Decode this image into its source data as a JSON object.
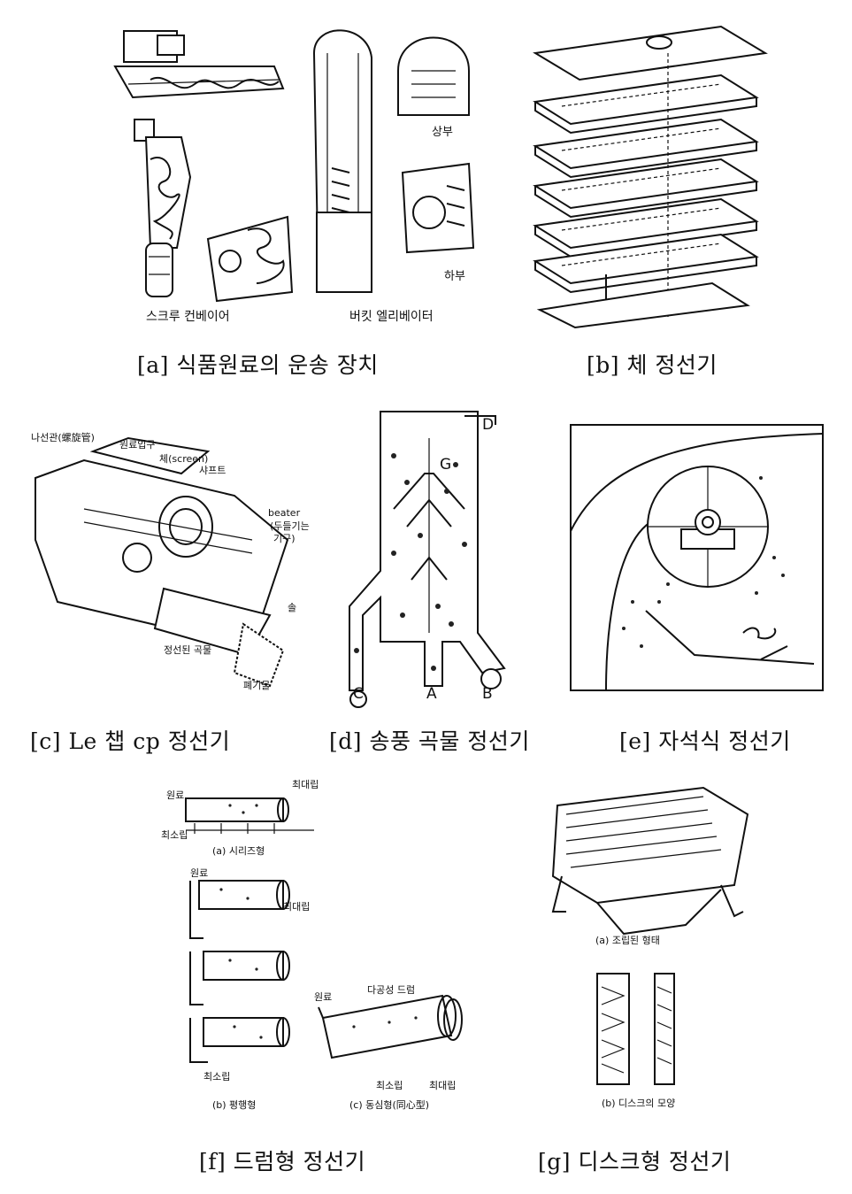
{
  "panels": [
    {
      "id": "a",
      "caption": "[a] 식품원료의 운송 장치",
      "labels": {
        "screw": "스크루 컨베이어",
        "bucket": "버킷 엘리베이터",
        "top": "상부",
        "bottom": "하부"
      }
    },
    {
      "id": "b",
      "caption": "[b] 체 정선기",
      "labels": {}
    },
    {
      "id": "c",
      "caption": "[c] Le 챕 cp 정선기",
      "labels": {
        "spiral": "나선관(螺旋管)",
        "inlet": "원료입구",
        "screen": "체(screen)",
        "shaft": "샤프트",
        "beater": "beater",
        "beater_note1": "(두들기는",
        "beater_note2": "기구)",
        "brush": "솔",
        "cleaned": "정선된 곡물",
        "waste": "폐기물"
      }
    },
    {
      "id": "d",
      "caption": "[d] 송풍 곡물 정선기",
      "labels": {
        "a": "A",
        "b": "B",
        "c": "C",
        "d": "D",
        "g": "G"
      }
    },
    {
      "id": "e",
      "caption": "[e] 자석식 정선기",
      "labels": {}
    },
    {
      "id": "f",
      "caption": "[f] 드럼형 정선기",
      "labels": {
        "raw": "원료",
        "largest": "최대립",
        "smallest": "최소립",
        "series": "(a) 시리즈형",
        "parallel": "(b) 평행형",
        "drum": "다공성 드럼",
        "concentric": "(c) 동심형(同心型)"
      }
    },
    {
      "id": "g",
      "caption": "[g] 디스크형 정선기",
      "labels": {
        "assembled": "(a) 조립된 형태",
        "disc": "(b) 디스크의 모양"
      }
    }
  ]
}
